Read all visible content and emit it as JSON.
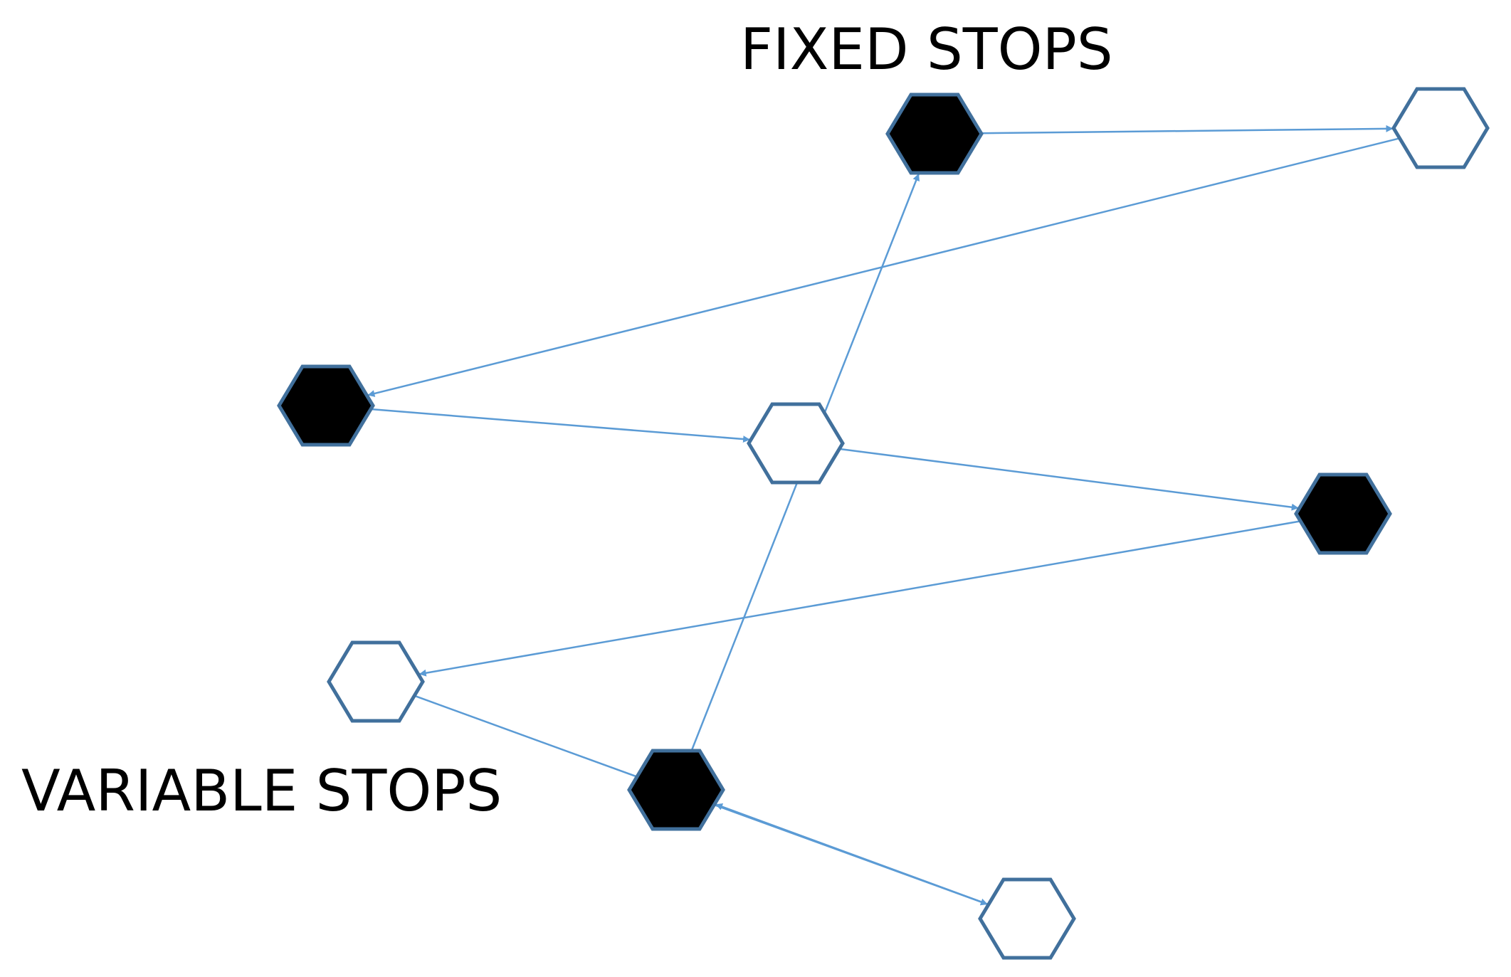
{
  "labels": {
    "fixed": "FIXED STOPS",
    "variable": "VARIABLE STOPS"
  },
  "colors": {
    "node_stroke": "#41709c",
    "fixed_fill": "#000000",
    "variable_fill": "#ffffff",
    "edge": "#5b9bd5",
    "background": "#ffffff"
  },
  "nodes": [
    {
      "id": "fixed-1",
      "kind": "fixed"
    },
    {
      "id": "variable-1",
      "kind": "variable"
    },
    {
      "id": "fixed-2",
      "kind": "fixed"
    },
    {
      "id": "variable-2",
      "kind": "variable"
    },
    {
      "id": "fixed-3",
      "kind": "fixed"
    },
    {
      "id": "variable-3",
      "kind": "variable"
    },
    {
      "id": "variable-4",
      "kind": "variable"
    },
    {
      "id": "fixed-4",
      "kind": "fixed"
    }
  ],
  "edges": [
    {
      "from": "variable-4",
      "to": "fixed-4"
    },
    {
      "from": "fixed-4",
      "to": "fixed-1"
    },
    {
      "from": "fixed-1",
      "to": "variable-1"
    },
    {
      "from": "variable-1",
      "to": "fixed-2"
    },
    {
      "from": "fixed-2",
      "to": "variable-2"
    },
    {
      "from": "variable-2",
      "to": "fixed-3"
    },
    {
      "from": "fixed-3",
      "to": "variable-3"
    },
    {
      "from": "variable-3",
      "to": "variable-4"
    }
  ]
}
